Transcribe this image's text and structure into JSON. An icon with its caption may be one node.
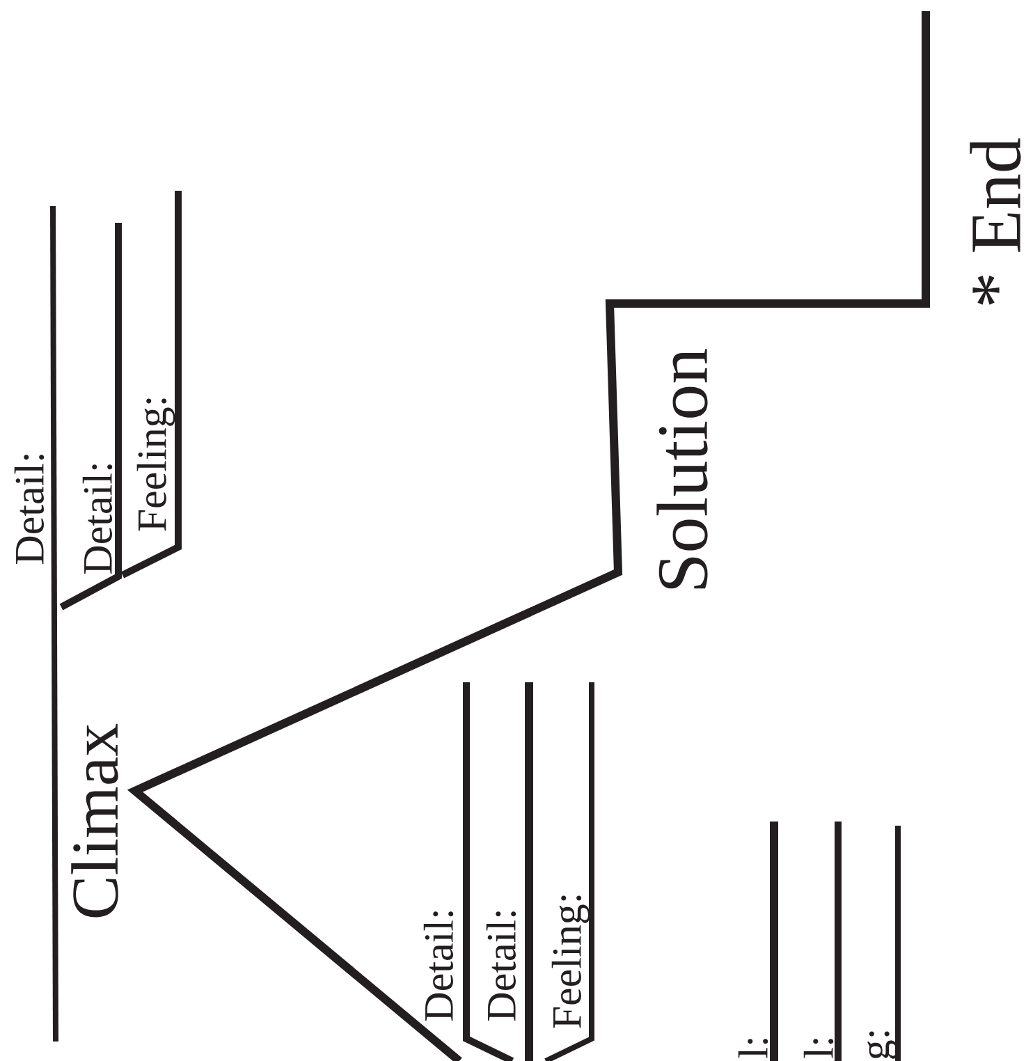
{
  "diagram": {
    "labels": [
      "Detail:",
      "Detail:",
      "Feeling:",
      "Climax",
      "Detail:",
      "Detail:",
      "Feeling:",
      "l:",
      "l:",
      "g:",
      "Solution",
      "* End"
    ]
  }
}
